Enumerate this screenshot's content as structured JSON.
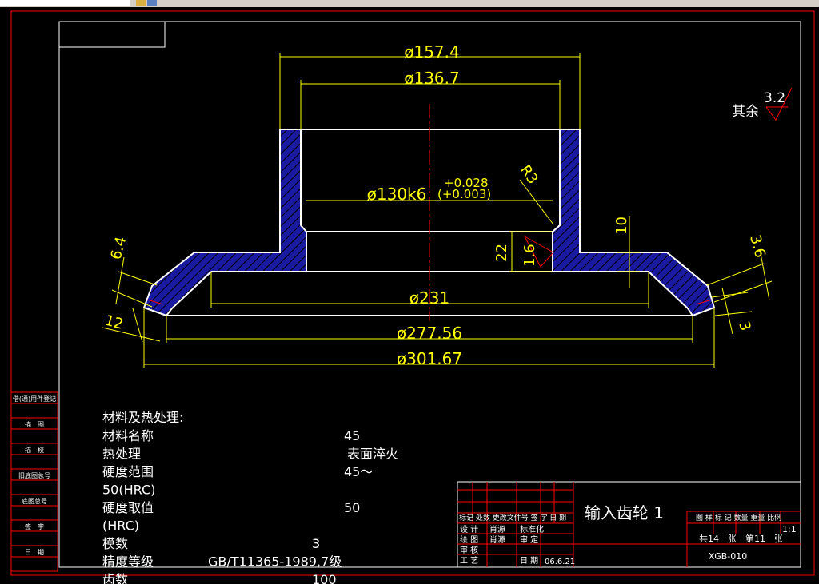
{
  "drawing": {
    "dimensions": {
      "d_top_outer": "ø157.4",
      "d_top_inner": "ø136.7",
      "d_bore": "ø130k6",
      "bore_tol_upper": "+0.028",
      "bore_tol_lower": "(+0.003)",
      "radius": "R3",
      "d_231": "ø231",
      "d_27756": "ø277.56",
      "d_30167": "ø301.67",
      "h_22": "22",
      "h_16": "1.6",
      "h_10": "10",
      "h_64": "6.4",
      "h_12": "12",
      "h_36": "3.6",
      "h_3": "3"
    },
    "roughness": {
      "prefix": "其余",
      "value": "3.2"
    }
  },
  "notes": {
    "heading": "材料及热处理:",
    "rows": [
      {
        "label": "材料名称",
        "value": "45"
      },
      {
        "label": "热处理",
        "value": "表面淬火"
      },
      {
        "label": "硬度范围",
        "value": "45～"
      },
      {
        "label": "50(HRC)",
        "value": ""
      },
      {
        "label": "硬度取值",
        "value": "50"
      },
      {
        "label": "(HRC)",
        "value": ""
      },
      {
        "label": "模数",
        "value": "3"
      },
      {
        "label": "精度等级",
        "value": "GB/T11365-1989,7级"
      },
      {
        "label": "齿数",
        "value": "100"
      }
    ]
  },
  "side_stamps": [
    "借(通)用件登记",
    "描　图",
    "描　校",
    "旧底图总号",
    "底图总号",
    "签　字",
    "日　期"
  ],
  "title_block": {
    "part_name": "输入齿轮 1",
    "drawing_number": "XGB-010",
    "header_cols": "标记 处数 更改文件号 签 字 日 期",
    "rows": [
      {
        "role": "设 计",
        "name": "肖源",
        "role2": "标准化"
      },
      {
        "role": "绘 图",
        "name": "肖源",
        "role2": "审 定"
      },
      {
        "role": "审 核",
        "name": "",
        "role2": ""
      },
      {
        "role": "工 艺",
        "name": "",
        "role2": "日 期"
      }
    ],
    "date": "06.6.21",
    "right_header": "图 样 标 记 数量 重量 比例",
    "scale": "1:1",
    "sheets": "共14　张　第11　张"
  }
}
